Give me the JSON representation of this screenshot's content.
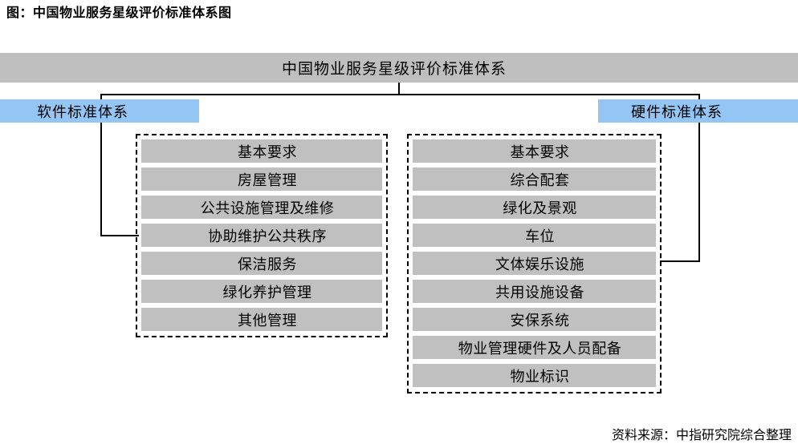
{
  "figure": {
    "title": "图：中国物业服务星级评价标准体系图",
    "source": "资料来源：中指研究院综合整理"
  },
  "root": {
    "label": "中国物业服务星级评价标准体系",
    "color": "#bfbfbf"
  },
  "categories": [
    {
      "id": "software",
      "label": "软件标准体系",
      "color": "#93c5f5",
      "items": [
        "基本要求",
        "房屋管理",
        "公共设施管理及维修",
        "协助维护公共秩序",
        "保洁服务",
        "绿化养护管理",
        "其他管理"
      ]
    },
    {
      "id": "hardware",
      "label": "硬件标准体系",
      "color": "#93c5f5",
      "items": [
        "基本要求",
        "综合配套",
        "绿化及景观",
        "车位",
        "文体娱乐设施",
        "共用设施设备",
        "安保系统",
        "物业管理硬件及人员配备",
        "物业标识"
      ]
    }
  ],
  "style": {
    "item_color": "#c0c0c0",
    "line_color": "#000000",
    "background": "#ffffff"
  }
}
